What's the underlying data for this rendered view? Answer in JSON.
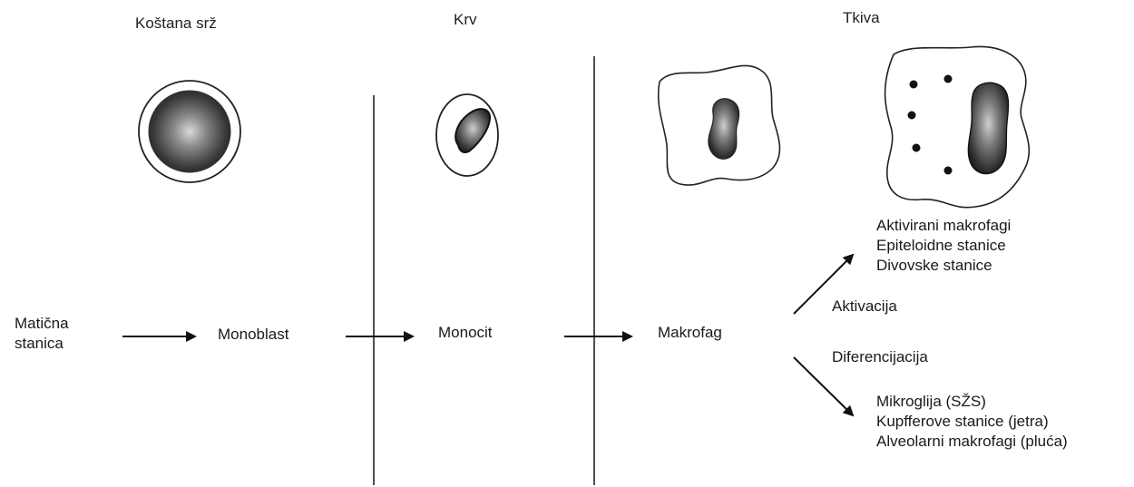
{
  "headers": {
    "bone_marrow": "Koštana srž",
    "blood": "Krv",
    "tissues": "Tkiva"
  },
  "stages": {
    "stem_cell_line1": "Matična",
    "stem_cell_line2": "stanica",
    "monoblast": "Monoblast",
    "monocyte": "Monocit",
    "macrophage": "Makrofag"
  },
  "branches": {
    "activation": "Aktivacija",
    "differentiation": "Diferencijacija"
  },
  "activated_list": [
    "Aktivirani makrofagi",
    "Epiteloidne stanice",
    "Divovske stanice"
  ],
  "differentiated_list": [
    "Mikroglija (SŽS)",
    "Kupfferove stanice (jetra)",
    "Alveolarni makrofagi (pluća)"
  ]
}
